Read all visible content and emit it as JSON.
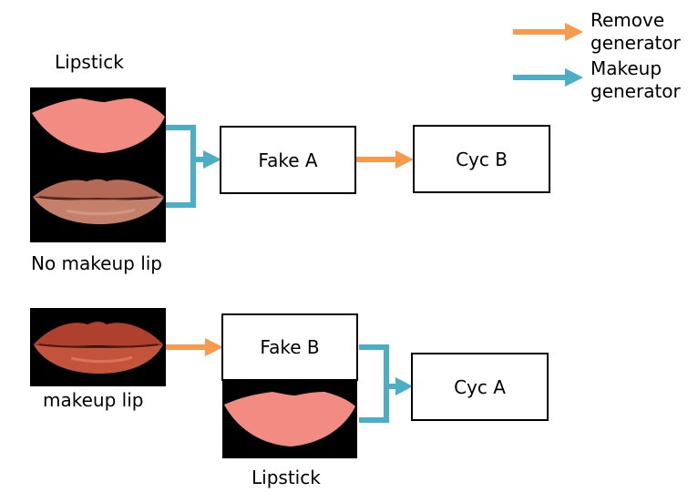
{
  "legend": {
    "remove": "Remove\ngenerator",
    "makeup": "Makeup\ngenerator",
    "remove_color": "#F79A4B",
    "makeup_color": "#4BAEC6"
  },
  "top": {
    "lipstick_label": "Lipstick",
    "no_makeup_label": "No makeup lip",
    "fake_label": "Fake A",
    "cyc_label": "Cyc B"
  },
  "bottom": {
    "makeup_label": "makeup lip",
    "fake_label": "Fake B",
    "cyc_label": "Cyc A",
    "lipstick_label": "Lipstick"
  },
  "colors": {
    "lipstick_pink": "#F28B82",
    "panel_bg": "#000000"
  }
}
